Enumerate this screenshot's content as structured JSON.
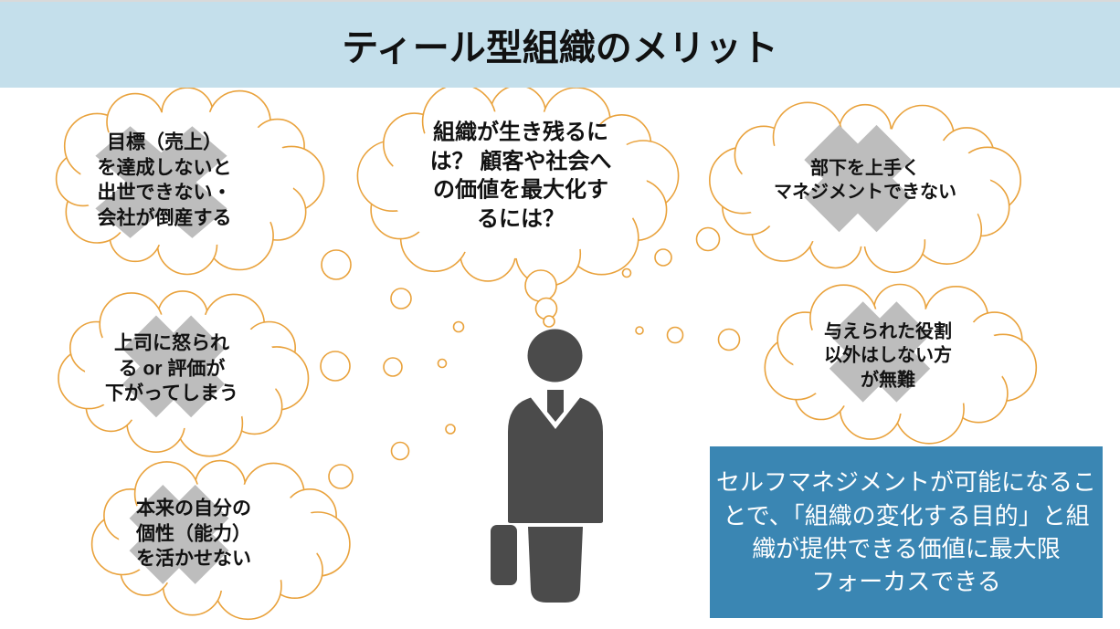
{
  "title": {
    "text": "ティール型組織のメリット"
  },
  "bubbles": [
    {
      "id": "goal-pressure",
      "text": "目標（売上）\nを達成しないと\n出世できない・\n会社が倒産する",
      "crossed_out": true
    },
    {
      "id": "survival-question",
      "text": "組織が生き残るに\nは？ 顧客や社会へ\nの価値を最大化す\nるには？",
      "crossed_out": false
    },
    {
      "id": "management-worry",
      "text": "部下を上手く\nマネジメントできない",
      "crossed_out": true
    },
    {
      "id": "boss-anger",
      "text": "上司に怒られ\nる or 評価が\n下がってしまう",
      "crossed_out": true
    },
    {
      "id": "role-limit",
      "text": "与えられた役割\n以外はしない方\nが無難",
      "crossed_out": true
    },
    {
      "id": "individuality",
      "text": "本来の自分の\n個性（能力）\nを活かせない",
      "crossed_out": true
    }
  ],
  "conclusion": {
    "text": "セルフマネジメントが可能になるこ\nとで、「組織の変化する目的」と組\n織が提供できる価値に最大限\nフォーカスできる"
  },
  "figure": {
    "icon": "businessman-icon"
  },
  "colors": {
    "banner_bg": "#C4DFEB",
    "title_text": "#111111",
    "cloud_outline": "#E9A23C",
    "cross": "#BDBDBD",
    "figure": "#4B4B4B",
    "conclusion_bg": "#3A86B3",
    "conclusion_text": "#FFFFFF"
  }
}
